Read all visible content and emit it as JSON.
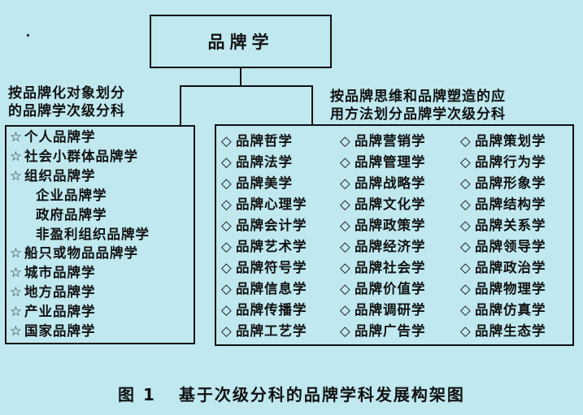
{
  "root": "品牌学",
  "left_branch_label": [
    "按品牌化对象划分",
    "的品牌学次级分科"
  ],
  "right_branch_label": [
    "按品牌思维和品牌塑造的应",
    "用方法划分品牌学次级分科"
  ],
  "left_items": [
    {
      "text": "个人品牌学",
      "sub": false
    },
    {
      "text": "社会小群体品牌学",
      "sub": false
    },
    {
      "text": "组织品牌学",
      "sub": false
    },
    {
      "text": "企业品牌学",
      "sub": true
    },
    {
      "text": "政府品牌学",
      "sub": true
    },
    {
      "text": "非盈利组织品牌学",
      "sub": true
    },
    {
      "text": "船只或物品品牌学",
      "sub": false
    },
    {
      "text": "城市品牌学",
      "sub": false
    },
    {
      "text": "地方品牌学",
      "sub": false
    },
    {
      "text": "产业品牌学",
      "sub": false
    },
    {
      "text": "国家品牌学",
      "sub": false
    }
  ],
  "right_columns": [
    [
      "品牌哲学",
      "品牌法学",
      "品牌美学",
      "品牌心理学",
      "品牌会计学",
      "品牌艺术学",
      "品牌符号学",
      "品牌信息学",
      "品牌传播学",
      "品牌工艺学"
    ],
    [
      "品牌营销学",
      "品牌管理学",
      "品牌战略学",
      "品牌文化学",
      "品牌政策学",
      "品牌经济学",
      "品牌社会学",
      "品牌价值学",
      "品牌调研学",
      "品牌广告学"
    ],
    [
      "品牌策划学",
      "品牌行为学",
      "品牌形象学",
      "品牌结构学",
      "品牌关系学",
      "品牌领导学",
      "品牌政治学",
      "品牌物理学",
      "品牌仿真学",
      "品牌生态学"
    ]
  ],
  "caption": {
    "number": "图 1",
    "title": "基于次级分科的品牌学科发展构架图"
  }
}
